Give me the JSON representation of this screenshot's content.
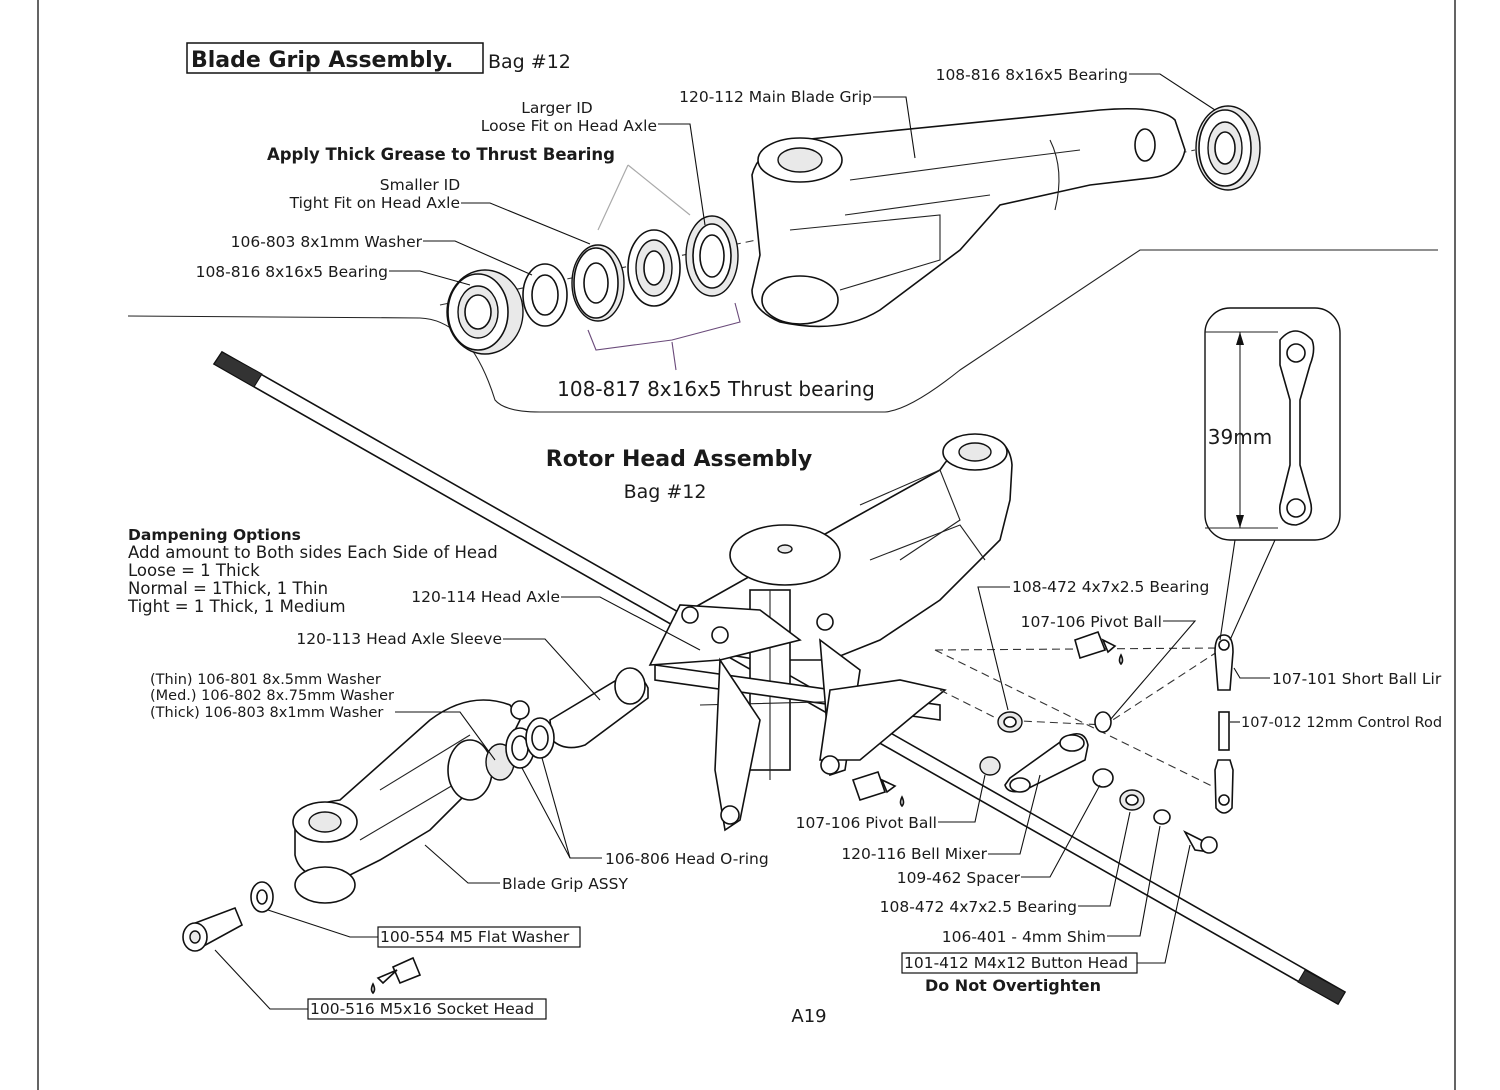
{
  "blade_grip": {
    "title": "Blade Grip Assembly.",
    "bag": "Bag #12",
    "grease_note": "Apply Thick Grease to Thrust Bearing",
    "larger_id_1": "Larger ID",
    "larger_id_2": "Loose Fit on Head Axle",
    "smaller_id_1": "Smaller ID",
    "smaller_id_2": "Tight Fit on Head Axle",
    "main_blade_grip": "120-112 Main Blade Grip",
    "bearing_top": "108-816 8x16x5 Bearing",
    "washer": "106-803 8x1mm Washer",
    "bearing_left": "108-816 8x16x5 Bearing",
    "thrust_bearing": "108-817 8x16x5 Thrust bearing"
  },
  "rotor_head": {
    "title": "Rotor Head Assembly",
    "bag": "Bag #12"
  },
  "dampening": {
    "title": "Dampening Options",
    "lines": [
      "Add amount to Both sides Each Side of Head",
      "Loose = 1 Thick",
      "Normal = 1Thick, 1 Thin",
      "Tight = 1 Thick, 1 Medium"
    ]
  },
  "labels": {
    "head_axle": "120-114 Head Axle",
    "head_axle_sleeve": "120-113 Head Axle Sleeve",
    "washer_thin": "(Thin) 106-801 8x.5mm Washer",
    "washer_med": "(Med.) 106-802 8x.75mm Washer",
    "washer_thick": "(Thick) 106-803 8x1mm Washer",
    "o_ring": "106-806 Head O-ring",
    "blade_grip_assy": "Blade Grip ASSY",
    "flat_washer": "100-554 M5 Flat Washer",
    "socket_head": "100-516 M5x16 Socket Head",
    "bearing_472_top": "108-472 4x7x2.5 Bearing",
    "pivot_ball_top": "107-106 Pivot Ball",
    "short_ball_link": "107-101 Short Ball Lir",
    "control_rod": "107-012 12mm Control Rod",
    "pivot_ball_bottom": "107-106 Pivot Ball",
    "bell_mixer": "120-116 Bell Mixer",
    "spacer": "109-462 Spacer",
    "bearing_472_bottom": "108-472 4x7x2.5 Bearing",
    "shim": "106-401 - 4mm Shim",
    "button_head": "101-412 M4x12 Button Head",
    "overtighten": "Do Not Overtighten",
    "dimension": "39mm",
    "page": "A19"
  }
}
